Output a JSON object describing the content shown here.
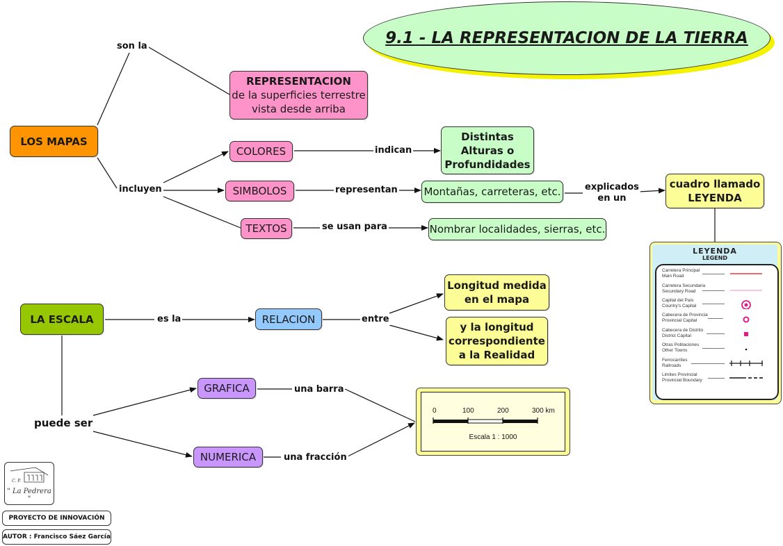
{
  "title": "9.1 - LA REPRESENTACION DE LA TIERRA",
  "nodes": {
    "los_mapas": "LOS MAPAS",
    "representacion": {
      "title": "REPRESENTACION",
      "line1": "de la superficies terrestre",
      "line2": "vista desde arriba"
    },
    "colores": "COLORES",
    "simbolos": "SIMBOLOS",
    "textos": "TEXTOS",
    "alturas": [
      "Distintas",
      "Alturas o",
      "Profundidades"
    ],
    "montanas": "Montañas, carreteras, etc.",
    "nombrar": "Nombrar localidades, sierras, etc.",
    "leyenda_box": [
      "cuadro llamado",
      "LEYENDA"
    ],
    "la_escala": "LA ESCALA",
    "relacion": "RELACION",
    "longitud_mapa": [
      "Longitud medida",
      "en el mapa"
    ],
    "longitud_real": [
      "y la longitud",
      "correspondiente",
      "a la Realidad"
    ],
    "grafica": "GRAFICA",
    "numerica": "NUMERICA"
  },
  "links": {
    "son_la": "son la",
    "incluyen": "incluyen",
    "indican": "indican",
    "representan": "representan",
    "se_usan_para": "se usan para",
    "explicados": [
      "explicados",
      "en un"
    ],
    "es_la": "es la",
    "entre": "entre",
    "puede_ser": "puede ser",
    "una_barra": "una barra",
    "una_fraccion": "una fracción"
  },
  "legend": {
    "heading": "LEYENDA",
    "subheading": "LEGEND",
    "items": [
      {
        "es": "Carretera  Principal",
        "en": "Main Road",
        "symbol": "red-line-icon"
      },
      {
        "es": "Carretera Secundaria",
        "en": "Secundary Road",
        "symbol": "pink-line-icon"
      },
      {
        "es": "Capital del País",
        "en": "Country's Capital",
        "symbol": "star-circle-icon"
      },
      {
        "es": "Cabecera de Provincia",
        "en": "Provincial Capital",
        "symbol": "ring-icon"
      },
      {
        "es": "Cabecera de Distrito",
        "en": "District Capital",
        "symbol": "square-icon"
      },
      {
        "es": "Otras Poblaciones",
        "en": "Other Towns",
        "symbol": "dot-icon"
      },
      {
        "es": "Ferrocarriles",
        "en": "Railroads",
        "symbol": "railroad-icon"
      },
      {
        "es": "Limites Provincial",
        "en": "Provincial Boundary",
        "symbol": "boundary-icon"
      }
    ]
  },
  "scale_bar": {
    "ticks": [
      "0",
      "100",
      "200",
      "300 km"
    ],
    "caption": "Escala  1 : 1000"
  },
  "footer": {
    "logo_line1": "C. P.",
    "logo_line2": "\" La Pedrera \"",
    "project": "PROYECTO DE INNOVACIÓN",
    "author": "AUTOR : Francisco Sáez García"
  },
  "colors": {
    "pink": "#fd93c9",
    "green": "#c8fdc8",
    "yellow": "#fdfd98",
    "orange": "#fd9400",
    "lime": "#97c700",
    "blue": "#94c9fd",
    "purple": "#c896fd",
    "legend_red": "#e8383a",
    "legend_magenta": "#e0198c"
  }
}
